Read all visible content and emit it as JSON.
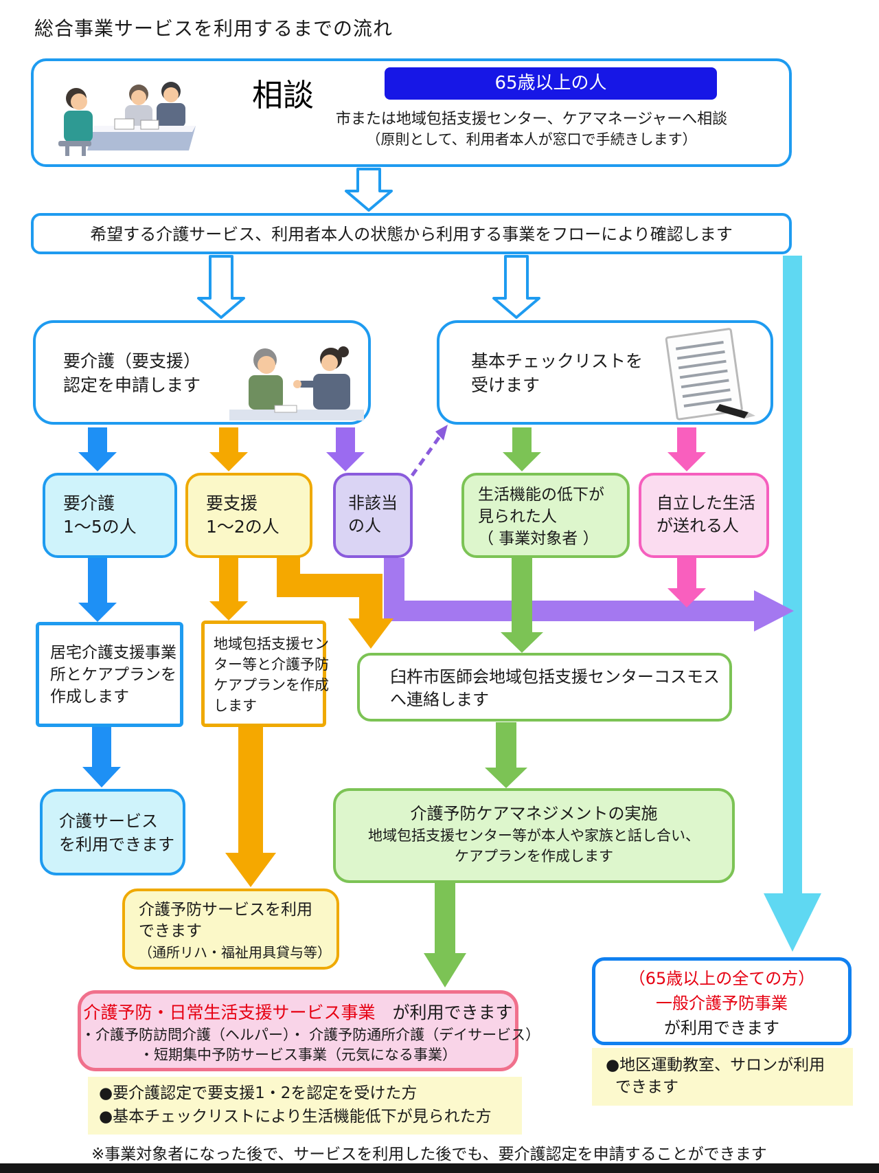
{
  "page_title": "総合事業サービスを利用するまでの流れ",
  "colors": {
    "box_blue": "#1E9BF0",
    "banner_blue": "#1717E6",
    "arrow_blue": "#1E90F5",
    "orange": "#F5A800",
    "purple": "#9B6BF0",
    "green": "#7CC355",
    "pink": "#F95FBE",
    "cyan": "#5FD8F2",
    "salmon": "#F0708C",
    "red_text": "#E60012",
    "fill_cyan": "#CFF3FB",
    "fill_yellow": "#FBF8C8",
    "fill_lavender": "#DAD4F4",
    "fill_green": "#DDF6CC",
    "fill_pink": "#FBDCF0",
    "fill_note": "#FCF9CD"
  },
  "top_box": {
    "heading": "相談",
    "banner": "65歳以上の人",
    "desc1": "市または地域包括支援センター、ケアマネージャーへ相談",
    "desc2": "（原則として、利用者本人が窓口で手続きします）"
  },
  "confirm_box": {
    "text": "希望する介護サービス、利用者本人の状態から利用する事業をフローにより確認します"
  },
  "apply_box": {
    "lines": [
      "要介護（要支援）",
      "認定を申請します"
    ]
  },
  "checklist_box": {
    "lines": [
      "基本チェックリストを",
      "受けます"
    ]
  },
  "category_boxes": {
    "yokaigo": {
      "lines": [
        "要介護",
        "1～5の人"
      ]
    },
    "yoshien": {
      "lines": [
        "要支援",
        "1～2の人"
      ]
    },
    "higaito": {
      "lines": [
        "非該当",
        "の人"
      ]
    },
    "seikatsu": {
      "lines": [
        "生活機能の低下が",
        "見られた人",
        "（ 事業対象者 ）"
      ]
    },
    "jiritsu": {
      "lines": [
        "自立した生活",
        "が送れる人"
      ]
    }
  },
  "kyotaku_box": {
    "lines": [
      "居宅介護支援事業",
      "所とケアプランを",
      "作成します"
    ]
  },
  "chiiki_box": {
    "lines": [
      "地域包括支援セン",
      "ター等と介護予防",
      "ケアプランを作成",
      "します"
    ]
  },
  "cosmos_box": {
    "lines": [
      "臼杵市医師会地域包括支援センターコスモス",
      "へ連絡します"
    ]
  },
  "kaigo_service_box": {
    "lines": [
      "介護サービス",
      "を利用できます"
    ]
  },
  "yobo_service_box": {
    "lines": [
      "介護予防サービスを利用",
      "できます",
      "（通所リハ・福祉用具貸与等）"
    ]
  },
  "care_management_box": {
    "title": "介護予防ケアマネジメントの実施",
    "lines": [
      "地域包括支援センター等が本人や家族と話し合い、",
      "ケアプランを作成します"
    ]
  },
  "pink_box": {
    "title_red": "介護予防・日常生活支援サービス事業",
    "title_black": "　が利用できます",
    "lines": [
      "・介護予防訪問介護（ヘルパー）・ 介護予防通所介護（デイサービス）",
      "・短期集中予防サービス事業（元気になる事業）"
    ]
  },
  "pink_note": {
    "lines": [
      "●要介護認定で要支援1・2を認定を受けた方",
      "●基本チェックリストにより生活機能低下が見られた方"
    ]
  },
  "ippan_box": {
    "red_lines": [
      "（65歳以上の全ての方）",
      "一般介護予防事業"
    ],
    "black_line": "が利用できます"
  },
  "ippan_note": {
    "lines": [
      "●地区運動教室、サロンが利用",
      "できます"
    ]
  },
  "footnote": "※事業対象者になった後で、サービスを利用した後でも、要介護認定を申請することができます"
}
